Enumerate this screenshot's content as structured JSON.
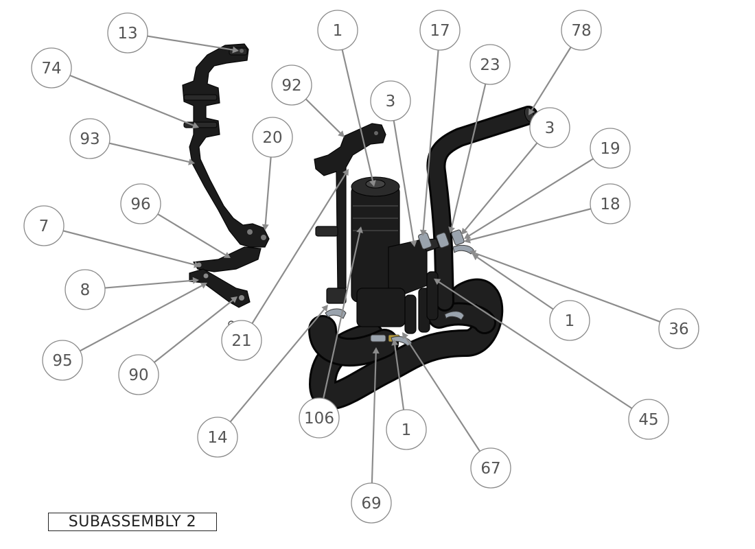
{
  "title": "SUBASSEMBLY 2",
  "balloons": [
    {
      "label": "13"
    },
    {
      "label": "74"
    },
    {
      "label": "93"
    },
    {
      "label": "20"
    },
    {
      "label": "96"
    },
    {
      "label": "7"
    },
    {
      "label": "8"
    },
    {
      "label": "95"
    },
    {
      "label": "90"
    },
    {
      "label": "21"
    },
    {
      "label": "92"
    },
    {
      "label": "1"
    },
    {
      "label": "3"
    },
    {
      "label": "17"
    },
    {
      "label": "23"
    },
    {
      "label": "78"
    },
    {
      "label": "3"
    },
    {
      "label": "19"
    },
    {
      "label": "18"
    },
    {
      "label": "1"
    },
    {
      "label": "36"
    },
    {
      "label": "45"
    },
    {
      "label": "67"
    },
    {
      "label": "1"
    },
    {
      "label": "69"
    },
    {
      "label": "106"
    },
    {
      "label": "14"
    }
  ]
}
